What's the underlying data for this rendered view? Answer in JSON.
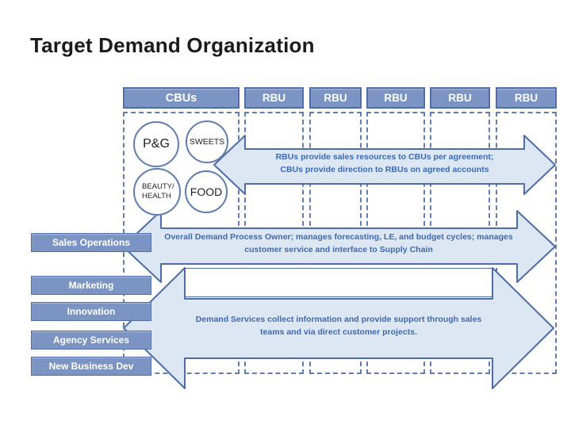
{
  "slide": {
    "title": "Target Demand Organization"
  },
  "colors": {
    "box_fill": "#7b94c4",
    "box_border": "#4f6da8",
    "arrow_fill": "#dde6f3",
    "arrow_border": "#4f6da8",
    "arrow_text": "#3c6ab5",
    "dashed": "#5f7db0",
    "circle_border": "#5f7db0"
  },
  "header": {
    "columns": [
      {
        "label": "CBUs"
      },
      {
        "label": "RBU"
      },
      {
        "label": "RBU"
      },
      {
        "label": "RBU"
      },
      {
        "label": "RBU"
      },
      {
        "label": "RBU"
      }
    ]
  },
  "cbu_circles": [
    {
      "label": "P&G"
    },
    {
      "label": "SWEETS"
    },
    {
      "line1": "BEAUTY/",
      "line2": "HEALTH"
    },
    {
      "label": "FOOD"
    }
  ],
  "left_labels": [
    {
      "label": "Sales Operations"
    },
    {
      "label": "Marketing"
    },
    {
      "label": "Innovation"
    },
    {
      "label": "Agency Services"
    },
    {
      "label": "New Business Dev"
    }
  ],
  "arrows": [
    {
      "line1": "RBUs provide sales resources to CBUs per agreement;",
      "line2": "CBUs provide direction to RBUs on agreed accounts"
    },
    {
      "line1": "Overall Demand Process Owner; manages forecasting, LE, and budget cycles; manages",
      "line2": "customer service and interface to  Supply Chain"
    },
    {
      "line1": "Demand Services collect information and provide support through sales",
      "line2": "teams and via direct customer projects."
    }
  ]
}
